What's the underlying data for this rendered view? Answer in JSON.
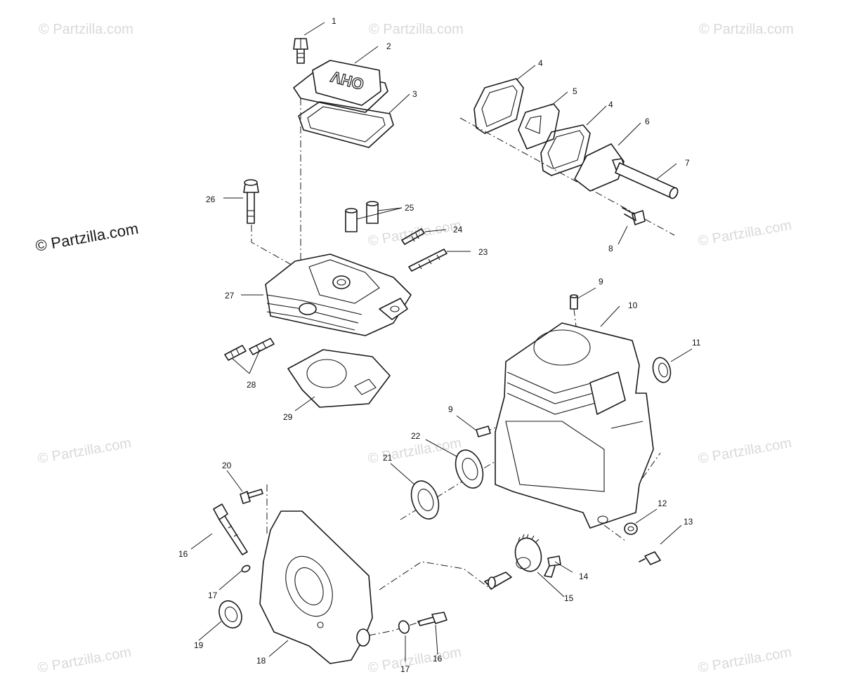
{
  "watermark": {
    "text": "© Partzilla.com",
    "main_text": "© Partzilla.com"
  },
  "cover_emboss": "OHV",
  "callouts": {
    "c1": "1",
    "c2": "2",
    "c3": "3",
    "c4a": "4",
    "c5": "5",
    "c4b": "4",
    "c6": "6",
    "c7": "7",
    "c8": "8",
    "c9a": "9",
    "c10": "10",
    "c11": "11",
    "c9b": "9",
    "c12": "12",
    "c13": "13",
    "c14": "14",
    "c15": "15",
    "c16a": "16",
    "c17a": "17",
    "c18": "18",
    "c19": "19",
    "c17b": "17",
    "c16b": "16",
    "c20": "20",
    "c21": "21",
    "c22": "22",
    "c23": "23",
    "c24": "24",
    "c25": "25",
    "c26": "26",
    "c27": "27",
    "c28": "28",
    "c29": "29"
  }
}
